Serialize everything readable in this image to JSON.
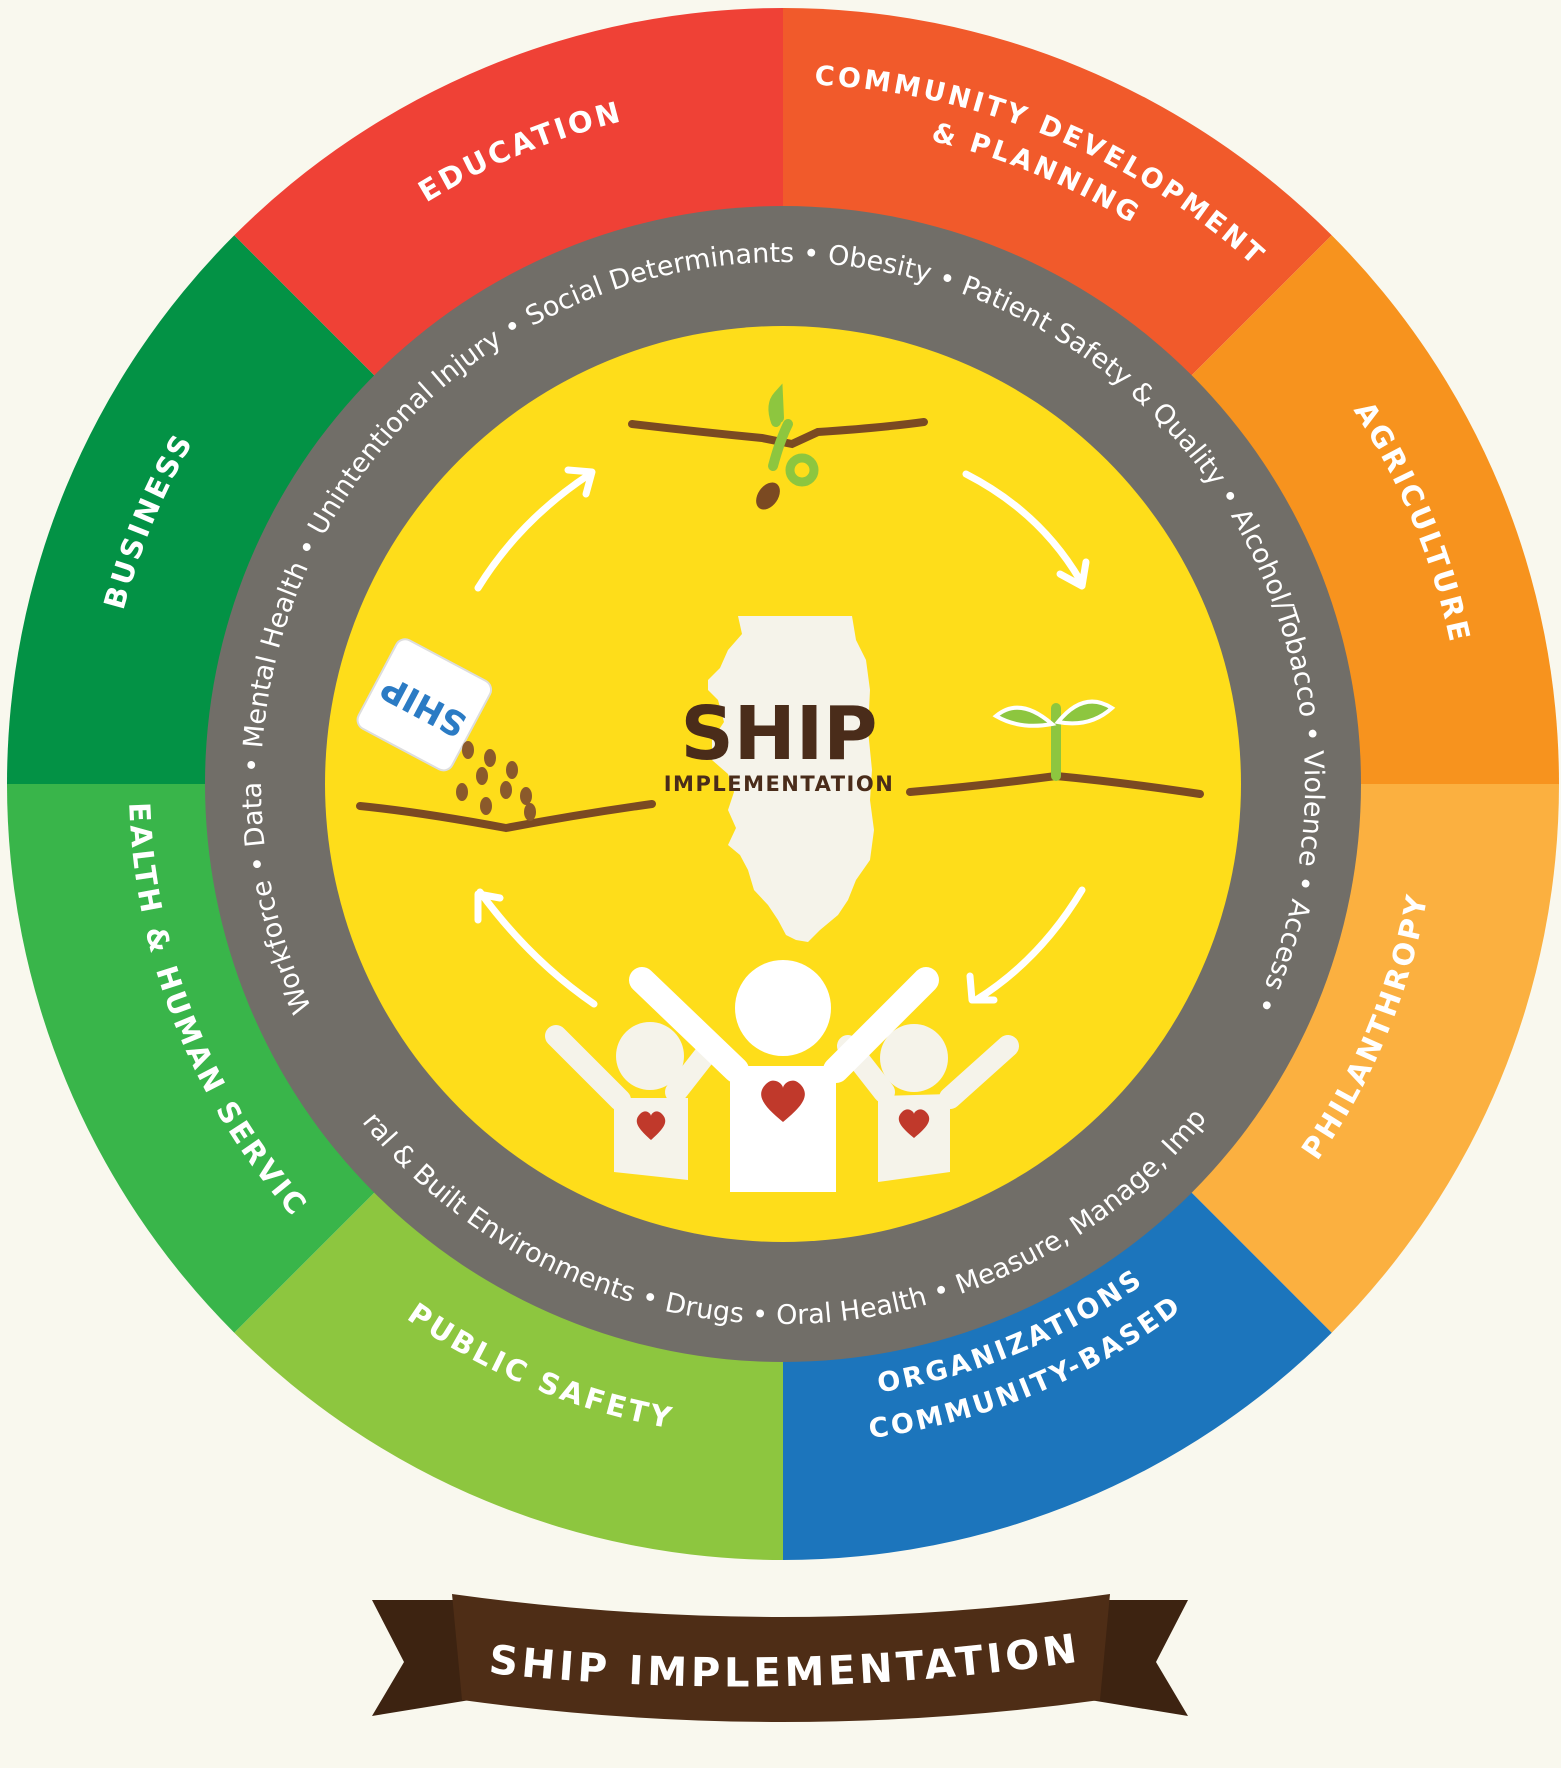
{
  "sectors": [
    {
      "label": "BUSINESS",
      "color": "#039245"
    },
    {
      "label": "EDUCATION",
      "color": "#ef4136"
    },
    {
      "lines": [
        "COMMUNITY DEVELOPMENT",
        "& PLANNING"
      ],
      "color": "#f15a2b"
    },
    {
      "label": "AGRICULTURE",
      "color": "#f7931e"
    },
    {
      "label": "PHILANTHROPY",
      "color": "#fbb040"
    },
    {
      "lines": [
        "COMMUNITY-BASED",
        "ORGANIZATIONS"
      ],
      "color": "#1c75bc"
    },
    {
      "label": "PUBLIC SAFETY",
      "color": "#8dc63f"
    },
    {
      "label": "HEALTH & HUMAN SERVICES",
      "color": "#39b54a"
    }
  ],
  "ring_top_text": "Workforce • Data • Mental Health • Unintentional Injury • Social Determinants • Obesity • Patient Safety & Quality • Alcohol/Tobacco • Violence • Access •",
  "ring_bottom_text": "Natural & Built Environments • Drugs • Oral Health • Measure, Manage, Improve",
  "center": {
    "title": "SHIP",
    "subtitle": "IMPLEMENTATION",
    "packet_label": "SHIP"
  },
  "banner": {
    "text": "SHIP IMPLEMENTATION"
  },
  "colors": {
    "background": "#f9f8ee",
    "ring_gray": "#716e68",
    "center_yellow": "#fedd1a",
    "brown": "#4a2c1a",
    "soil": "#7b4a22",
    "white_fig": "#f5f3ea",
    "heart": "#c0392b",
    "leaf": "#8dc63f",
    "packet_blue": "#2b7bc4"
  }
}
